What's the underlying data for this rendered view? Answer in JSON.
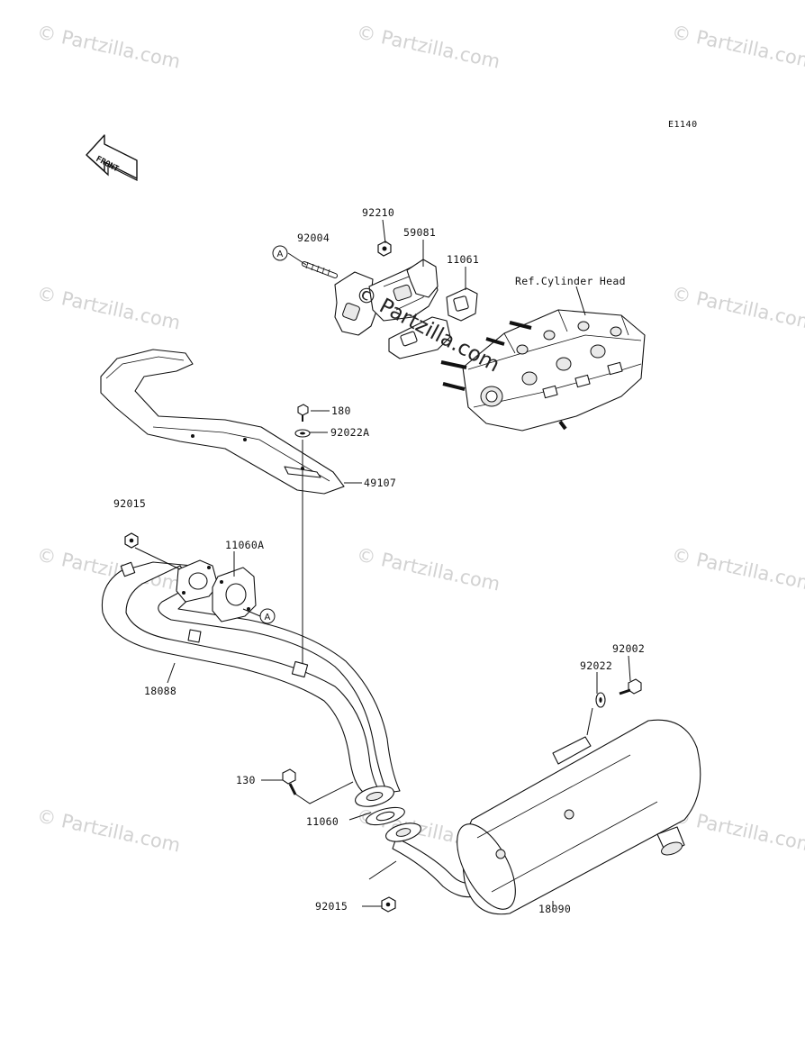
{
  "diagram": {
    "code": "E1140",
    "front_label": "FRONT",
    "ref_cylinder_head": "Ref.Cylinder Head",
    "ref_marker": "A"
  },
  "watermark": {
    "text": "© Partzilla.com",
    "center_text": "© Partzilla.com"
  },
  "parts": {
    "p92210": "92210",
    "p92004": "92004",
    "p59081": "59081",
    "p11061": "11061",
    "p180": "180",
    "p92022A": "92022A",
    "p49107": "49107",
    "p92015_top": "92015",
    "p11060A": "11060A",
    "p18088": "18088",
    "p92002": "92002",
    "p92022": "92022",
    "p130": "130",
    "p11060": "11060",
    "p92015_bottom": "92015",
    "p18090": "18090"
  }
}
